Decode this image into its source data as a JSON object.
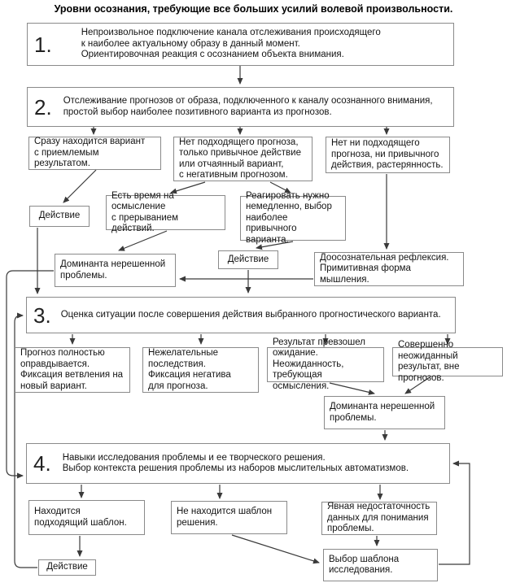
{
  "title": "Уровни осознания, требующие все больших усилий волевой произвольности.",
  "nodes": {
    "level1": {
      "num": "1.",
      "text": "Непроизвольное подключение канала отслеживания происходящего\nк наиболее актуальному образу в данный момент.\nОриентировочная реакция с осознанием объекта внимания."
    },
    "level2": {
      "num": "2.",
      "text": "Отслеживание прогнозов от образа, подключенного к каналу осознанного внимания,\nпростой выбор наиболее позитивного варианта из прогнозов."
    },
    "level3": {
      "num": "3.",
      "text": "Оценка ситуации после совершения действия выбранного прогностического варианта."
    },
    "level4": {
      "num": "4.",
      "text": "Навыки исследования проблемы и ее творческого решения.\nВыбор контекста решения проблемы из наборов мыслительных автоматизмов."
    },
    "variant_found": {
      "text": "Сразу находится вариант\nс приемлемым результатом."
    },
    "no_forecast": {
      "text": "Нет подходящего прогноза,\nтолько привычное действие\nили отчаянный вариант,\nс негативным прогнозом."
    },
    "no_forecast_no_action": {
      "text": "Нет ни подходящего\nпрогноза, ни привычного\nдействия, растерянность."
    },
    "action1": {
      "text": "Действие"
    },
    "time_to_think": {
      "text": "Есть время на осмысление\nс прерыванием действий."
    },
    "react_now": {
      "text": "Реагировать нужно\nнемедленно, выбор\nнаиболее привычного\nварианта."
    },
    "dominant1": {
      "text": "Доминанта нерешенной\nпроблемы."
    },
    "action2": {
      "text": "Действие"
    },
    "preconscious": {
      "text": "Доосознательная рефлексия.\nПримитивная форма\nмышления."
    },
    "forecast_confirmed": {
      "text": "Прогноз полностью\nоправдывается.\nФиксация ветвления на\nновый вариант."
    },
    "undesired_consequences": {
      "text": "Нежелательные\nпоследствия.\nФиксация негатива\nдля прогноза."
    },
    "result_exceeded": {
      "text": "Результат превзошел\nожидание. Неожиданность,\nтребующая осмысления."
    },
    "unexpected_result": {
      "text": "Совершенно неожиданный\nрезультат, вне прогнозов."
    },
    "dominant2": {
      "text": "Доминанта нерешенной\nпроблемы."
    },
    "template_found": {
      "text": "Находится\nподходящий шаблон."
    },
    "template_not_found": {
      "text": "Не находится шаблон\nрешения."
    },
    "insufficient_data": {
      "text": "Явная недостаточность\nданных для понимания\nпроблемы."
    },
    "choose_research_template": {
      "text": "Выбор шаблона\nисследования."
    },
    "action3": {
      "text": "Действие"
    }
  },
  "colors": {
    "line": "#3a3a3a",
    "box_border": "#8a8a8a",
    "text": "#141414",
    "background": "#ffffff"
  }
}
